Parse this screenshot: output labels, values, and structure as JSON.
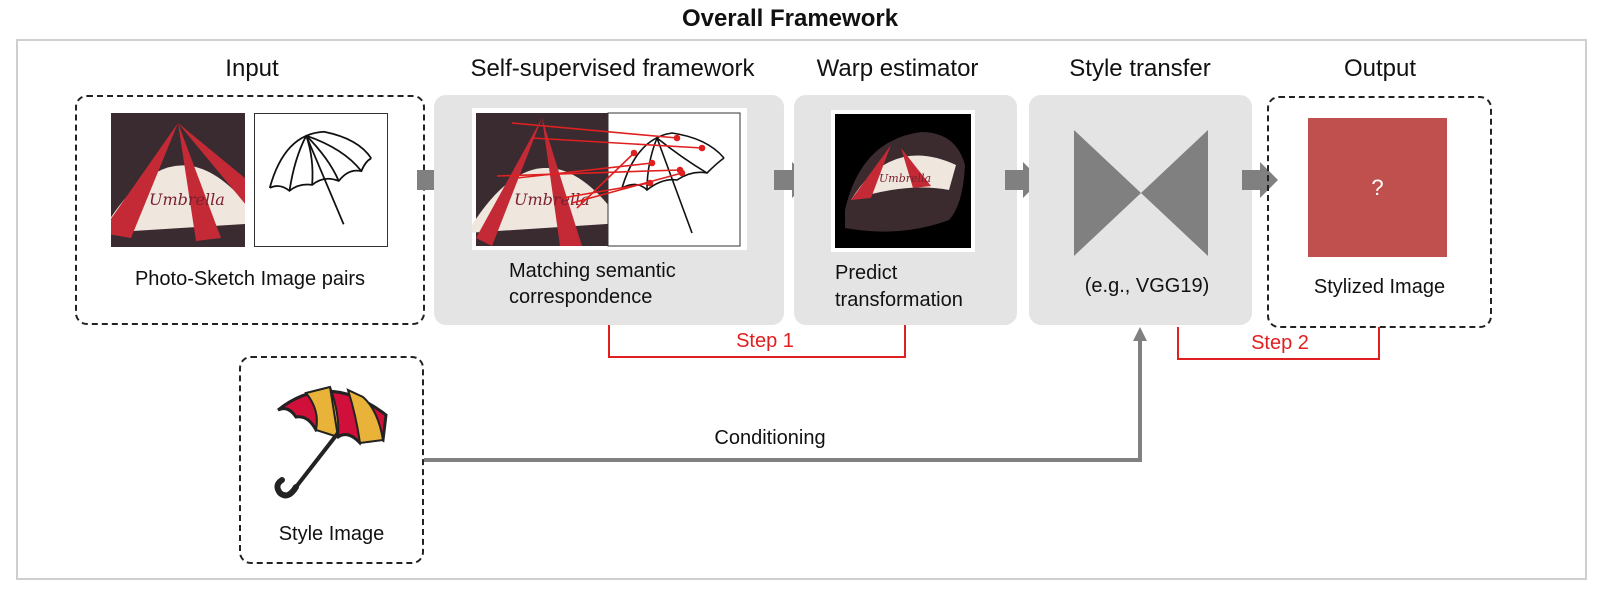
{
  "title": "Overall Framework",
  "sections": {
    "input": {
      "title": "Input",
      "caption": "Photo-Sketch Image pairs"
    },
    "self_supervised": {
      "title": "Self-supervised framework",
      "caption_line1": "Matching semantic",
      "caption_line2": "correspondence"
    },
    "warp": {
      "title": "Warp estimator",
      "caption_line1": "Predict",
      "caption_line2": "transformation"
    },
    "style_transfer": {
      "title": "Style transfer",
      "caption": "(e.g., VGG19)"
    },
    "output": {
      "title": "Output",
      "caption": "Stylized Image",
      "placeholder": "?"
    },
    "style_image": {
      "caption": "Style Image"
    }
  },
  "photo_text": "Umbrella",
  "steps": {
    "step1": "Step 1",
    "step2": "Step 2"
  },
  "conditioning_label": "Conditioning",
  "colors": {
    "step_line": "#e02020",
    "arrow": "#808080",
    "panel": "#e4e4e4",
    "output_fill": "#c0504d"
  }
}
